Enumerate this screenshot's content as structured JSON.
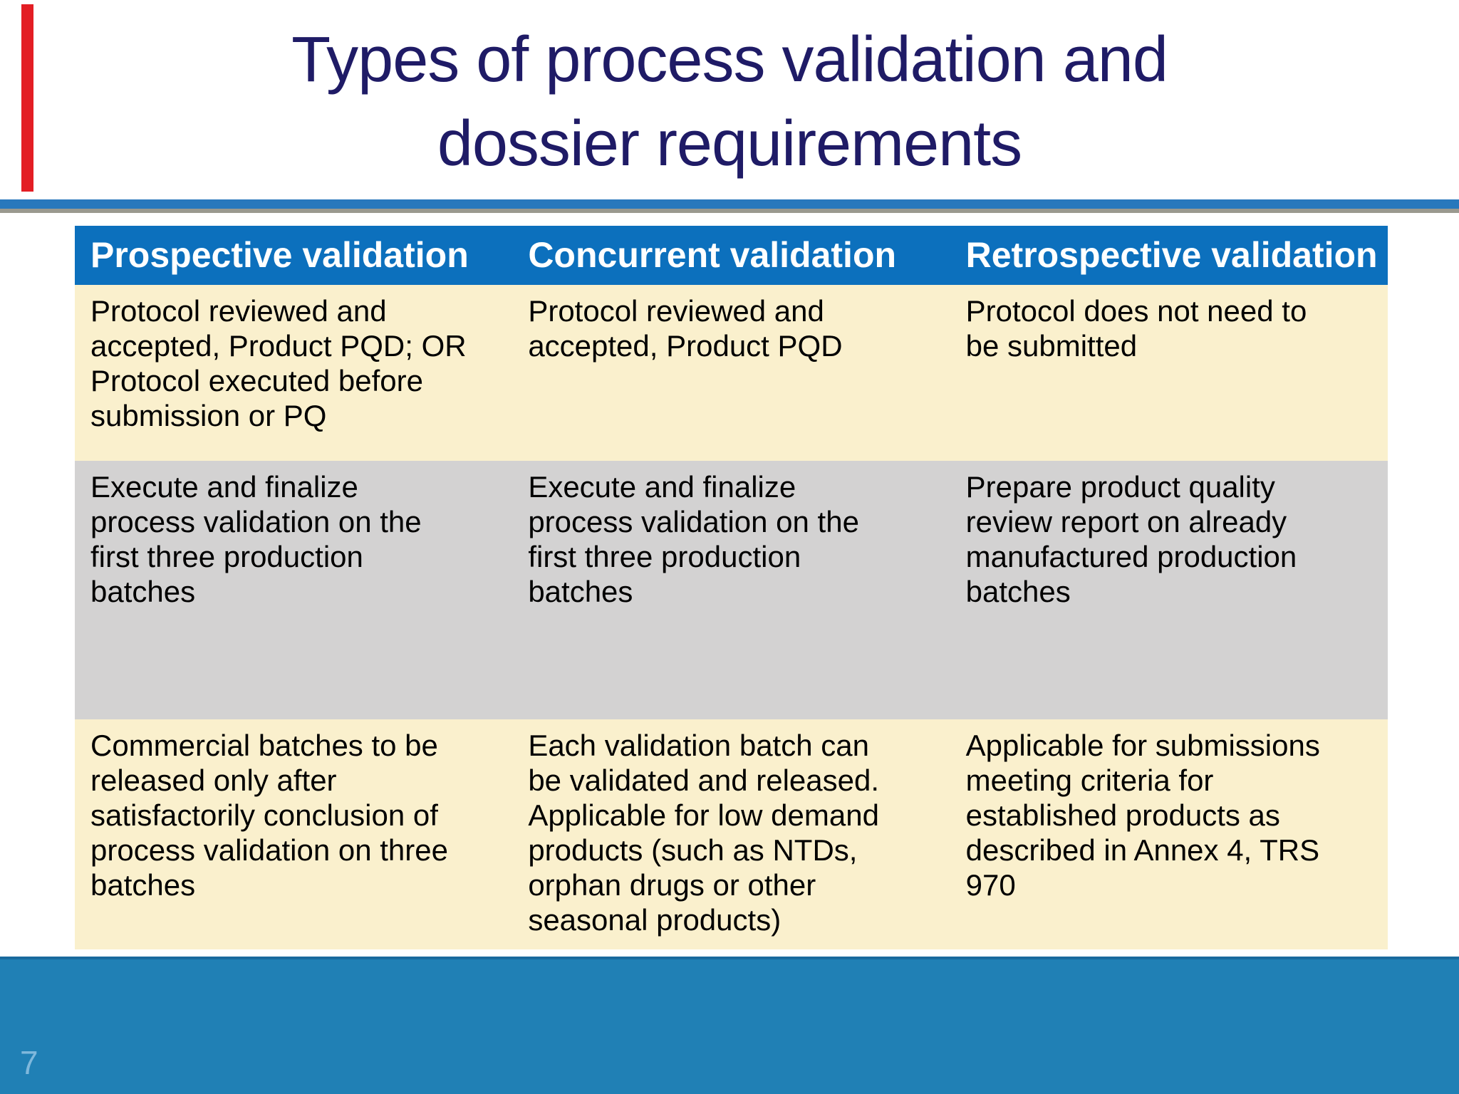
{
  "slide": {
    "title": "Types of process validation and\ndossier requirements",
    "page_number": "7"
  },
  "table": {
    "headers": [
      "Prospective validation",
      "Concurrent validation",
      "Retrospective validation"
    ],
    "rows": [
      [
        "Protocol reviewed and\naccepted, Product PQD; OR\nProtocol executed before\nsubmission or PQ",
        "Protocol reviewed and\naccepted, Product PQD",
        "Protocol does not need to\nbe submitted"
      ],
      [
        "Execute and finalize\nprocess validation on the\nfirst three production\nbatches",
        "Execute and finalize\nprocess validation on the\nfirst three production\nbatches",
        "Prepare product quality\nreview report on already\nmanufactured production\nbatches"
      ],
      [
        "Commercial batches to be\nreleased only after\nsatisfactorily conclusion of\nprocess validation on three\nbatches",
        "Each validation batch can\nbe validated and released.\nApplicable for low demand\nproducts (such as NTDs,\norphan drugs or other\nseasonal products)",
        "Applicable for submissions\nmeeting criteria for\nestablished products as\ndescribed in Annex 4, TRS\n970"
      ]
    ]
  },
  "colors": {
    "header_bg": "#0c70bd",
    "row_cream": "#faf0cd",
    "row_gray": "#d3d2d2",
    "footer_bg": "#2080b5",
    "divider_blue": "#2878bc",
    "divider_gray": "#9a998f",
    "title_text": "#1f1b66",
    "page_number_text": "#7fb8dc",
    "accent_red": "#e31e24"
  }
}
